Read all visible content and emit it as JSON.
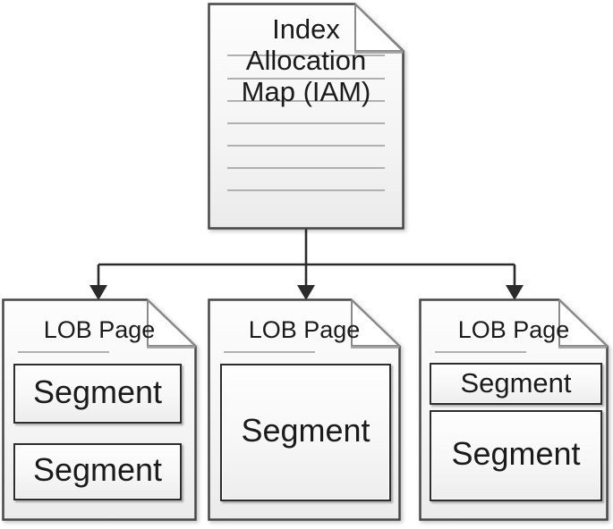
{
  "diagram": {
    "iam": {
      "lines": [
        "Index",
        "Allocation",
        "Map (IAM)"
      ]
    },
    "lob_pages": [
      {
        "title": "LOB Page",
        "segments": [
          "Segment",
          "Segment"
        ]
      },
      {
        "title": "LOB Page",
        "segments": [
          "Segment"
        ]
      },
      {
        "title": "LOB Page",
        "segments": [
          "Segment",
          "Segment"
        ]
      }
    ]
  },
  "colors": {
    "background": "#ffffff",
    "page_border": "#474747",
    "page_fill_top": "#fdfdfd",
    "page_fill_bottom": "#ebebeb",
    "fold_fill": "#ffffff",
    "fold_border": "#8a8a8a",
    "ruled_line": "#b0b0b0",
    "segment_border": "#2d2d2d",
    "connector": "#2b2b2b",
    "text": "#1b1b1b"
  }
}
